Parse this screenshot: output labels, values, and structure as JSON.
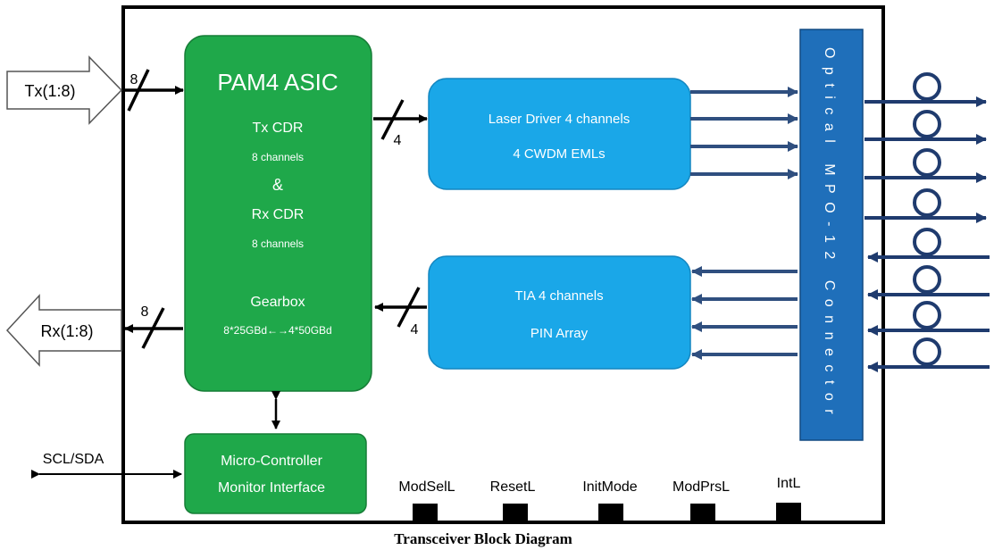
{
  "caption": "Transceiver Block Diagram",
  "tx_input": {
    "label": "Tx(1:8)",
    "bus_width": "8"
  },
  "rx_output": {
    "label": "Rx(1:8)",
    "bus_width": "8"
  },
  "asic": {
    "title": "PAM4 ASIC",
    "tx_cdr": "Tx CDR",
    "tx_channels": "8 channels",
    "amp": "&",
    "rx_cdr": "Rx CDR",
    "rx_channels": "8 channels",
    "gearbox": "Gearbox",
    "gearbox_rate": "8*25GBd←→4*50GBd"
  },
  "laser_driver": {
    "line1": "Laser Driver 4 channels",
    "line2": "4 CWDM EMLs",
    "bus_width": "4"
  },
  "tia": {
    "line1": "TIA 4 channels",
    "line2": "PIN Array",
    "bus_width": "4"
  },
  "connector": {
    "label": "Optical MPO-12 Connector"
  },
  "mcu": {
    "line1": "Micro-Controller",
    "line2": "Monitor Interface",
    "bus_label": "SCL/SDA"
  },
  "pins": [
    "ModSelL",
    "ResetL",
    "InitMode",
    "ModPrsL",
    "IntL"
  ],
  "colors": {
    "asic_green": "#1fa84a",
    "block_blue": "#1aa7e8",
    "connector_blue": "#1f6fba",
    "fiber_navy": "#1f3b6e",
    "arrow_slate": "#2f4f7f"
  }
}
